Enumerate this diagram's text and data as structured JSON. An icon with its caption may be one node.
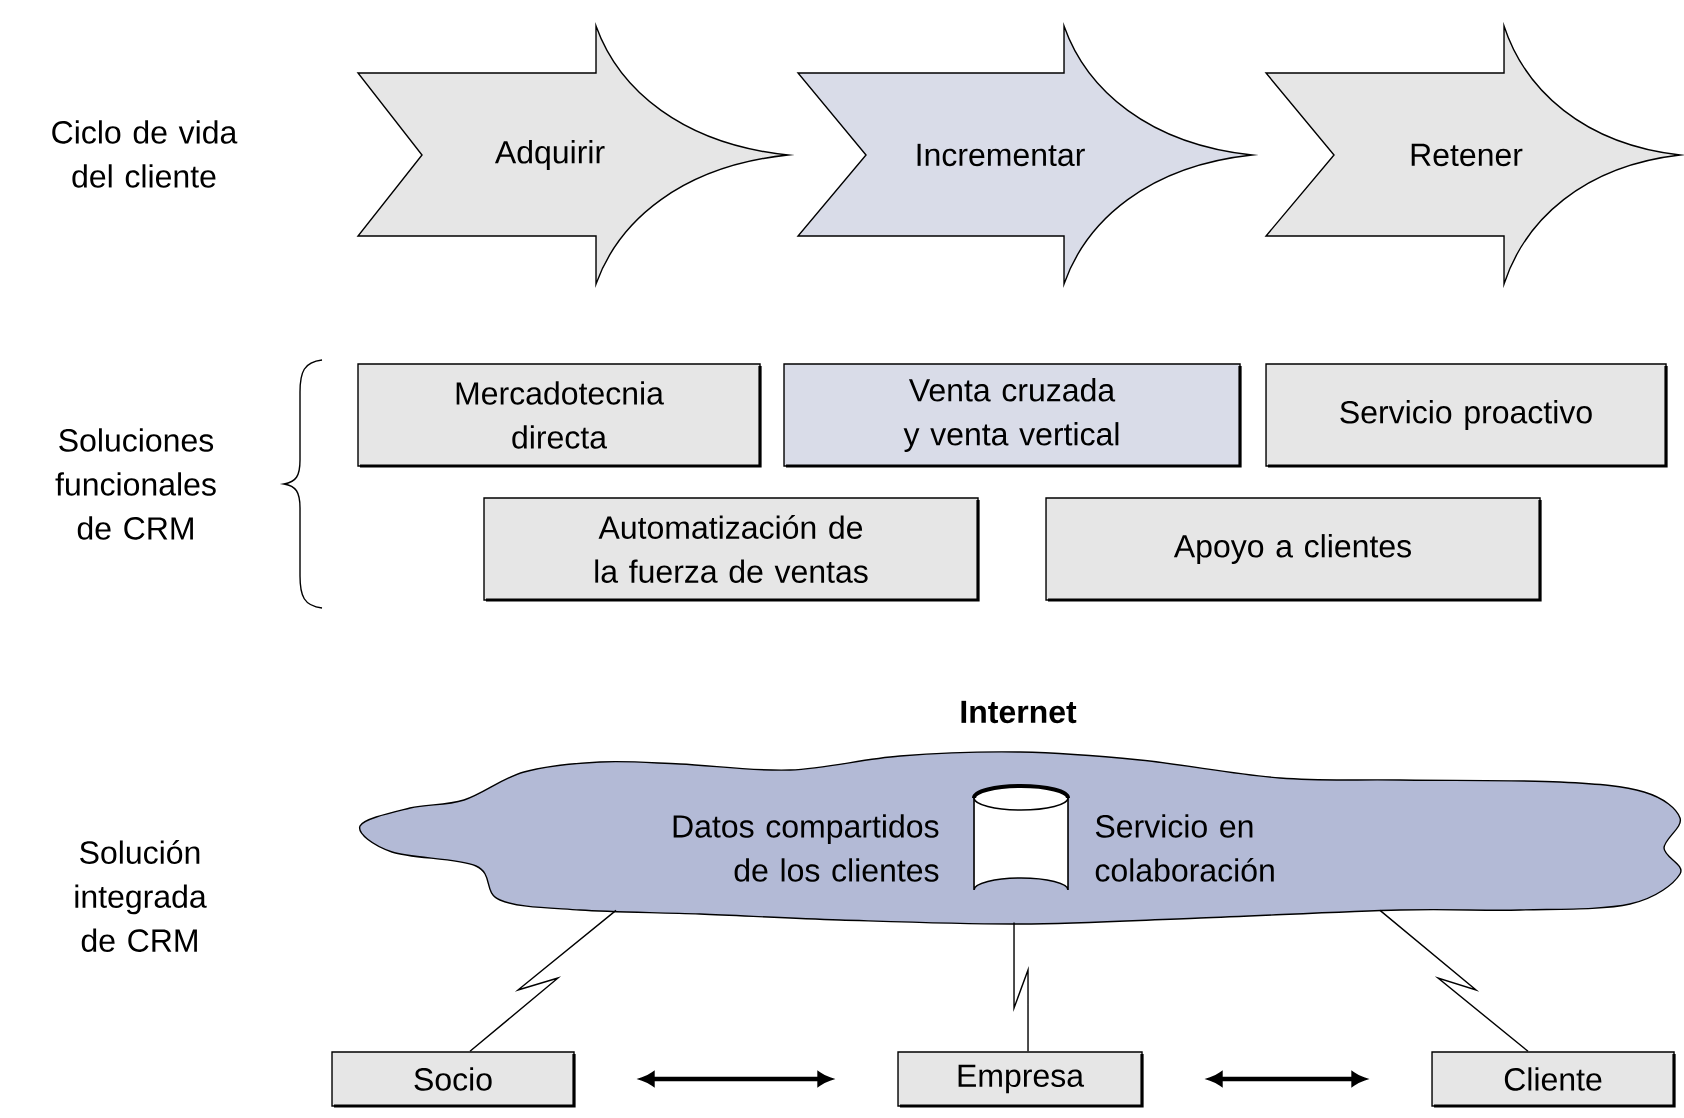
{
  "diagram": {
    "nodes": [
      {
        "text": [
          "Adquirir"
        ]
      },
      {
        "text": [
          "Incrementar"
        ]
      },
      {
        "text": [
          "Retener"
        ]
      },
      {
        "text": [
          "Mercadotecnia directa"
        ]
      },
      {
        "text": [
          "Venta cruzada y venta vertical"
        ]
      },
      {
        "text": [
          "Servicio proactivo"
        ]
      },
      {
        "text": [
          "Automatización de la fuerza de ventas"
        ]
      },
      {
        "text": [
          "Apoyo a clientes"
        ]
      },
      {
        "text": [
          "Internet",
          "Datos compartidos de los clientes",
          "Servicio en colaboración"
        ]
      },
      {
        "text": [],
        "shape": "cylinder",
        "in": 8
      },
      {
        "text": [
          "Socio"
        ]
      },
      {
        "text": [
          "Empresa"
        ]
      },
      {
        "text": [
          "Cliente"
        ]
      }
    ],
    "edges": [
      {
        "from": 10,
        "to": 8,
        "arrow": "none"
      },
      {
        "from": 11,
        "to": 8,
        "arrow": "none"
      },
      {
        "from": 12,
        "to": 8,
        "arrow": "none"
      },
      {
        "from": 10,
        "to": 11,
        "arrow": "both",
        "style": "thick"
      },
      {
        "from": 11,
        "to": 12,
        "arrow": "both",
        "style": "thick"
      }
    ],
    "labels": [
      "Ciclo de vida del cliente",
      "Soluciones funcionales de CRM",
      "Solución integrada de CRM"
    ]
  }
}
